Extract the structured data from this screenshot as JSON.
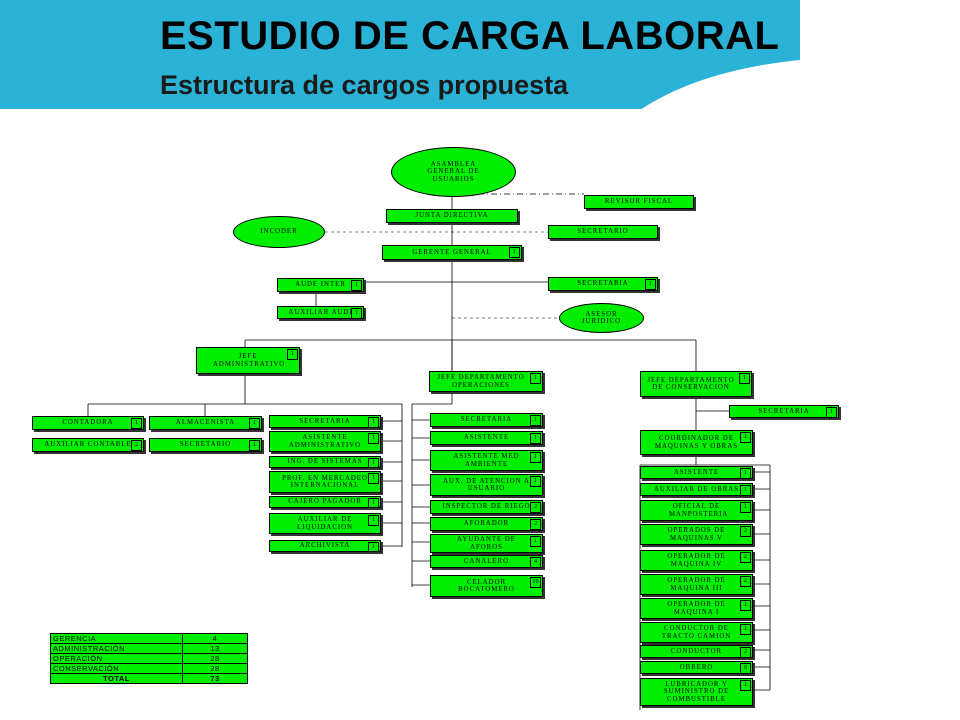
{
  "header": {
    "title": "ESTUDIO DE CARGA LABORAL",
    "subtitle": "Estructura de cargos  propuesta"
  },
  "colors": {
    "box_fill": "#00ee00",
    "header_band": "#2ab3d6",
    "line": "#000000"
  },
  "org": {
    "asamblea": "ASAMBLEA GENERAL DE USUARIOS",
    "revisor_fiscal": "REVISOR FISCAL",
    "junta_directiva": "JUNTA DIRECTIVA",
    "incoder": "INCODER",
    "secretario": "SECRETARIO",
    "gerente": {
      "label": "GERENTE GENERAL",
      "count": "1"
    },
    "aude_inter": {
      "label": "AUDE INTER",
      "count": "1"
    },
    "secretaria_top": {
      "label": "SECRETARIA",
      "count": "1"
    },
    "auxiliar_audi": {
      "label": "AUXILIAR AUDI",
      "count": "1"
    },
    "asesor_juridico": "ASESOR JURIDICO",
    "jefe_admin": {
      "label": "JEFE ADMINISTRATIVO",
      "count": "1"
    },
    "jefe_operaciones": {
      "label": "JEFE DEPARTAMENTO OPERACIONES",
      "count": "1"
    },
    "jefe_conservacion": {
      "label": "JEFE DEPARTAMENTO DE CONSERVACION",
      "count": "1"
    },
    "contadora": {
      "label": "CONTADORA",
      "count": "1"
    },
    "auxiliar_contable": {
      "label": "AUXILIAR CONTABLE",
      "count": "2"
    },
    "almacenista": {
      "label": "ALMACENISTA",
      "count": "1"
    },
    "secretario_alm": {
      "label": "SECRETARIO",
      "count": "1"
    },
    "admin_col": [
      {
        "label": "SECRETARIA",
        "count": "1"
      },
      {
        "label": "ASISTENTE ADMINISTRATIVO",
        "count": "1"
      },
      {
        "label": "ING. DE SISTEMAS",
        "count": "1"
      },
      {
        "label": "PROF. EN MERCADEO INTERNACIONAL",
        "count": "1"
      },
      {
        "label": "CAJERO PAGADOR",
        "count": "1"
      },
      {
        "label": "AUXILIAR DE LIQUIDACION",
        "count": "1"
      },
      {
        "label": "ARCHIVISTA",
        "count": "1"
      }
    ],
    "ops_col": [
      {
        "label": "SECRETARIA",
        "count": "1"
      },
      {
        "label": "ASISTENTE",
        "count": "1"
      },
      {
        "label": "ASISTENTE MED AMBIENTE",
        "count": "1"
      },
      {
        "label": "AUX. DE ATENCION A USUARIO",
        "count": "1"
      },
      {
        "label": "INSPECTOR DE RIEGO",
        "count": "2"
      },
      {
        "label": "AFORADOR",
        "count": "2"
      },
      {
        "label": "AYUDANTE DE AFOROS",
        "count": "1"
      },
      {
        "label": "CANALERO",
        "count": "4"
      },
      {
        "label": "CELADOR BOCATOMERO",
        "count": "10"
      }
    ],
    "secretaria_cons": {
      "label": "SECRETARIA",
      "count": "1"
    },
    "coordinador": {
      "label": "COORDINADOR DE MAQUINAS Y OBRAS",
      "count": "1"
    },
    "cons_col": [
      {
        "label": "ASISTENTE",
        "count": "1"
      },
      {
        "label": "AUXILIAR DE OBRAS",
        "count": "1"
      },
      {
        "label": "OFICIAL DE MANPOSTERIA",
        "count": "1"
      },
      {
        "label": "OPERADOS DE MAQUINAS V",
        "count": "2"
      },
      {
        "label": "OPERADOR DE MAQUINA IV",
        "count": "2"
      },
      {
        "label": "OPERADOR DE MAQUINA III",
        "count": "2"
      },
      {
        "label": "OPERADOR DE MAQUINA I",
        "count": "1"
      },
      {
        "label": "CONDUCTOR DE TRACTO CAMION",
        "count": "1"
      },
      {
        "label": "CONDUCTOR",
        "count": "2"
      },
      {
        "label": "OBRERO",
        "count": "8"
      },
      {
        "label": "LUBRICADOR Y SUMINISTRO DE COMBUSTIBLE",
        "count": "1"
      }
    ]
  },
  "summary": {
    "rows": [
      {
        "name": "GERENCIA",
        "value": "4"
      },
      {
        "name": "ADMINISTRACIÓN",
        "value": "13"
      },
      {
        "name": "OPERACIÓN",
        "value": "28"
      },
      {
        "name": "CONSERVACIÓN",
        "value": "28"
      }
    ],
    "total_label": "TOTAL",
    "total_value": "73"
  }
}
